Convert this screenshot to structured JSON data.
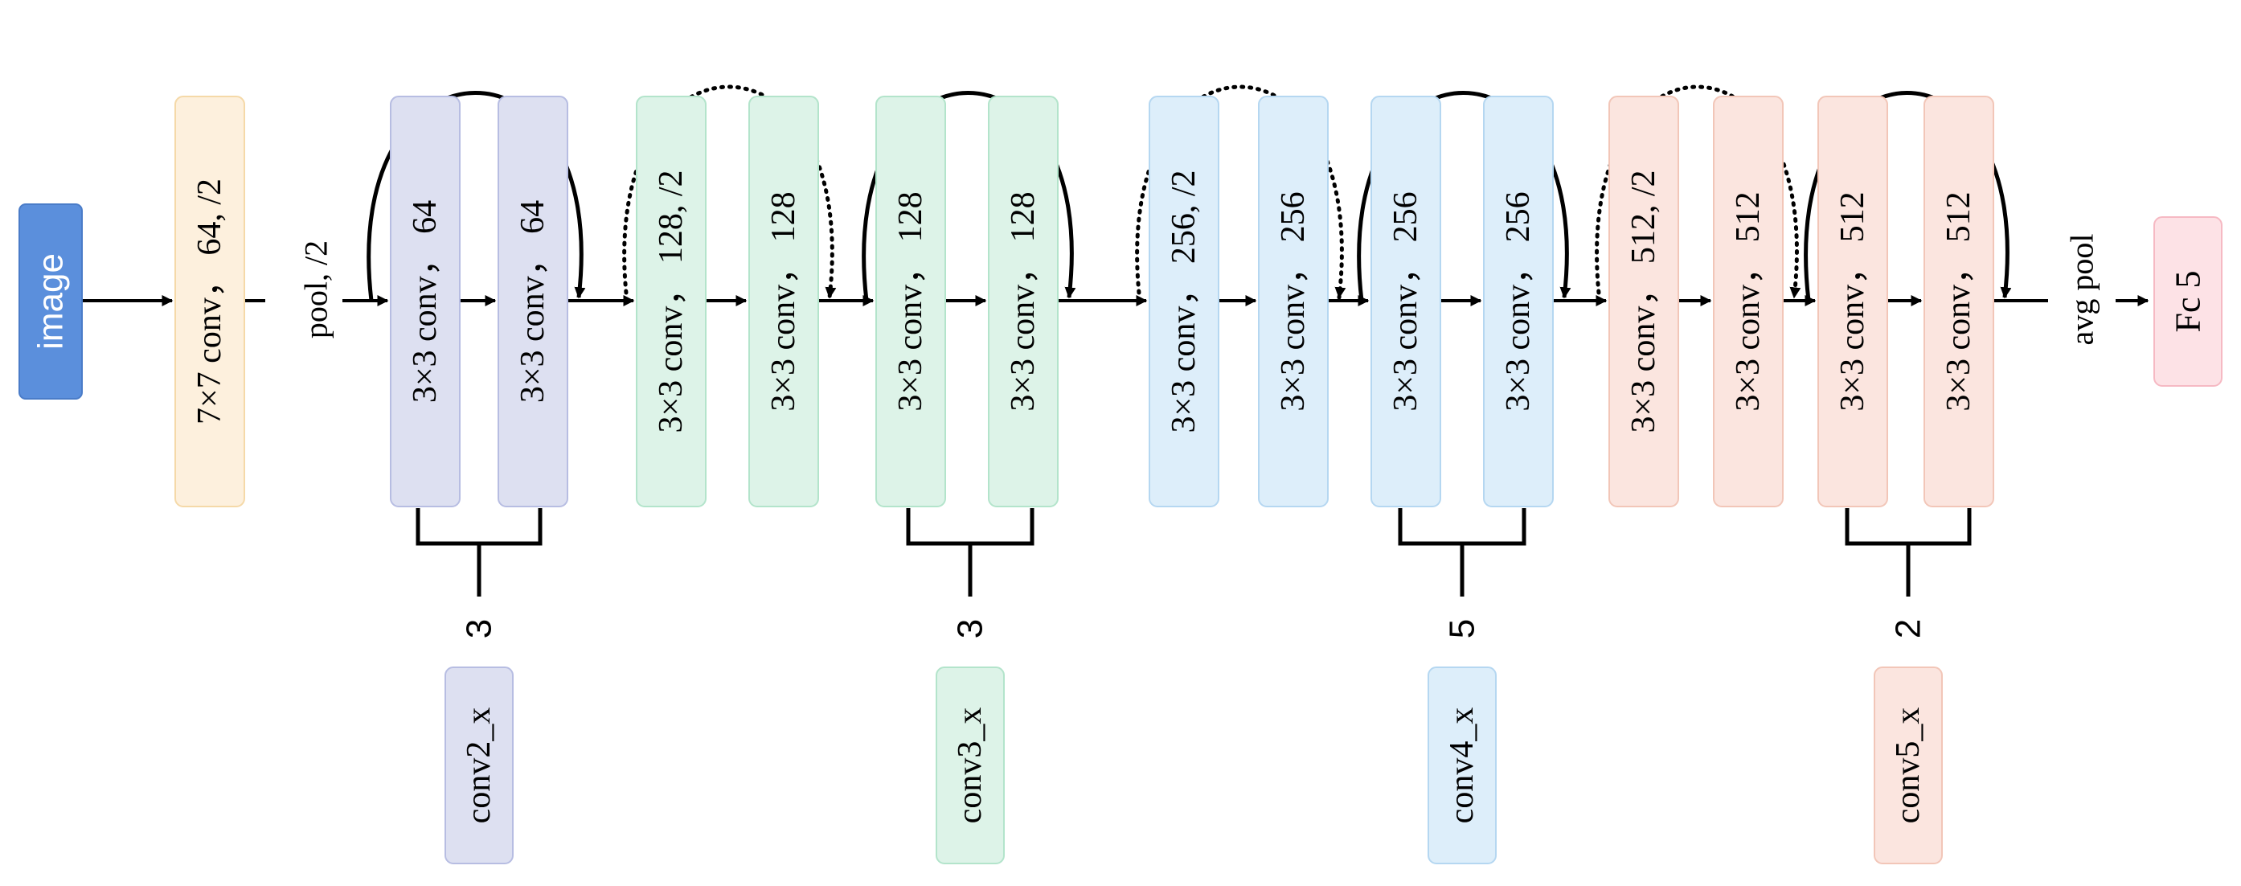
{
  "input": {
    "label": "image",
    "fill": "#5b8fdc",
    "stroke": "#4a7cc8"
  },
  "stem": {
    "conv_label": "7×7 conv， 64, /2",
    "pool_label": "pool, /2"
  },
  "blocks": [
    {
      "label": "3×3 conv， 64",
      "group": "conv2"
    },
    {
      "label": "3×3 conv， 64",
      "group": "conv2"
    },
    {
      "label": "3×3 conv， 128, /2",
      "group": "conv3"
    },
    {
      "label": "3×3 conv， 128",
      "group": "conv3"
    },
    {
      "label": "3×3 conv， 128",
      "group": "conv3"
    },
    {
      "label": "3×3 conv， 128",
      "group": "conv3"
    },
    {
      "label": "3×3 conv， 256, /2",
      "group": "conv4"
    },
    {
      "label": "3×3 conv， 256",
      "group": "conv4"
    },
    {
      "label": "3×3 conv， 256",
      "group": "conv4"
    },
    {
      "label": "3×3 conv， 256",
      "group": "conv4"
    },
    {
      "label": "3×3 conv， 512, /2",
      "group": "conv5"
    },
    {
      "label": "3×3 conv， 512",
      "group": "conv5"
    },
    {
      "label": "3×3 conv， 512",
      "group": "conv5"
    },
    {
      "label": "3×3 conv， 512",
      "group": "conv5"
    }
  ],
  "skips": [
    {
      "style": "solid"
    },
    {
      "style": "dotted"
    },
    {
      "style": "solid"
    },
    {
      "style": "dotted"
    },
    {
      "style": "solid"
    },
    {
      "style": "dotted"
    },
    {
      "style": "solid"
    }
  ],
  "groups": [
    {
      "id": "conv2",
      "name": "conv2_x",
      "repeat": "3",
      "fill": "#dde0f1",
      "stroke": "#b7bde2"
    },
    {
      "id": "conv3",
      "name": "conv3_x",
      "repeat": "3",
      "fill": "#ddf3e8",
      "stroke": "#b3e4cb"
    },
    {
      "id": "conv4",
      "name": "conv4_x",
      "repeat": "5",
      "fill": "#ddeefa",
      "stroke": "#b5d7f1"
    },
    {
      "id": "conv5",
      "name": "conv5_x",
      "repeat": "2",
      "fill": "#fbe5df",
      "stroke": "#f2c6b8"
    }
  ],
  "stem_colors": {
    "fill": "#fdf0dd",
    "stroke": "#f5d9a8"
  },
  "head": {
    "pool_label": "avg pool",
    "fc_label": "Fc 5",
    "fill": "#fde2e6",
    "stroke": "#f6b9c3"
  }
}
